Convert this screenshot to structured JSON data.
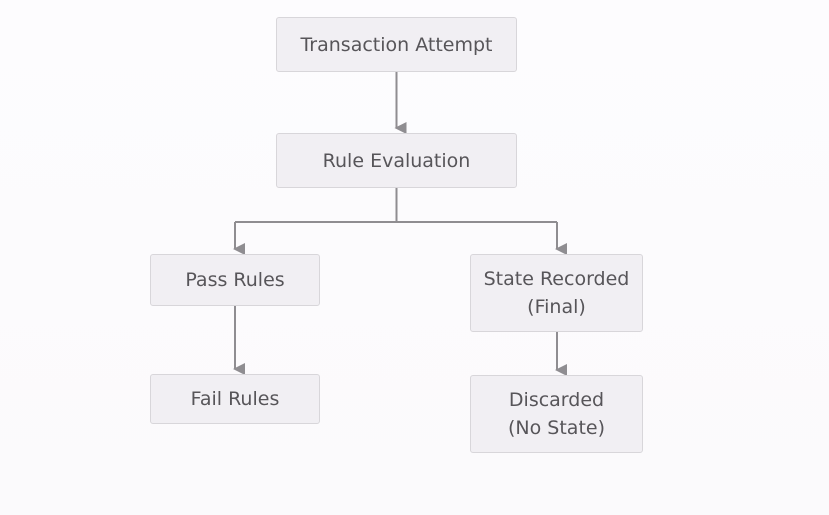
{
  "colors": {
    "background": "#fcfbfd",
    "node_fill": "#f1eff3",
    "node_border": "#d8d6da",
    "text": "#575559",
    "connector": "#8f8d91"
  },
  "nodes": {
    "transaction_attempt": {
      "label": "Transaction Attempt"
    },
    "rule_evaluation": {
      "label": "Rule Evaluation"
    },
    "pass_rules": {
      "label": "Pass Rules"
    },
    "state_recorded": {
      "line1": "State Recorded",
      "line2": "(Final)"
    },
    "fail_rules": {
      "label": "Fail Rules"
    },
    "discarded": {
      "line1": "Discarded",
      "line2": "(No State)"
    }
  },
  "edges": [
    {
      "from": "transaction_attempt",
      "to": "rule_evaluation"
    },
    {
      "from": "rule_evaluation",
      "to": "pass_rules"
    },
    {
      "from": "rule_evaluation",
      "to": "state_recorded"
    },
    {
      "from": "pass_rules",
      "to": "fail_rules"
    },
    {
      "from": "state_recorded",
      "to": "discarded"
    }
  ]
}
